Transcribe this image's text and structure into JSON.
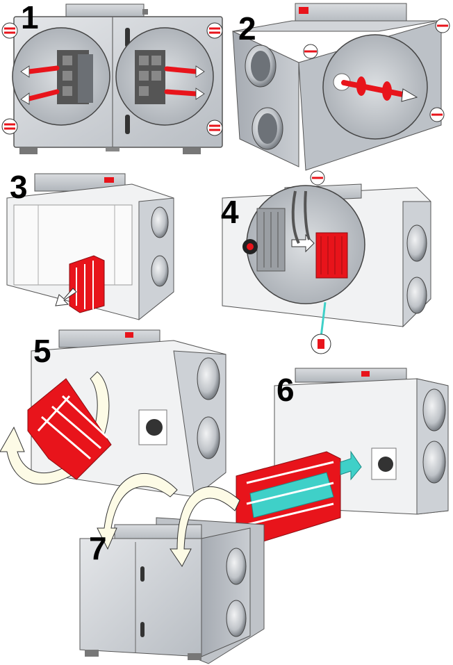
{
  "steps": [
    {
      "number": "1"
    },
    {
      "number": "2"
    },
    {
      "number": "3"
    },
    {
      "number": "4"
    },
    {
      "number": "5"
    },
    {
      "number": "6"
    },
    {
      "number": "7"
    }
  ],
  "colors": {
    "panel": "#cfd3d8",
    "panel_dark": "#a9aeb5",
    "panel_light": "#e6e8eb",
    "accent_red": "#e8141b",
    "accent_cyan": "#3fd0c8",
    "arrow_cream": "#fdfbe6",
    "outline": "#333333"
  },
  "icons": [
    "magnifier-circle",
    "screw-icon",
    "rotate-arrow",
    "direction-arrow"
  ]
}
